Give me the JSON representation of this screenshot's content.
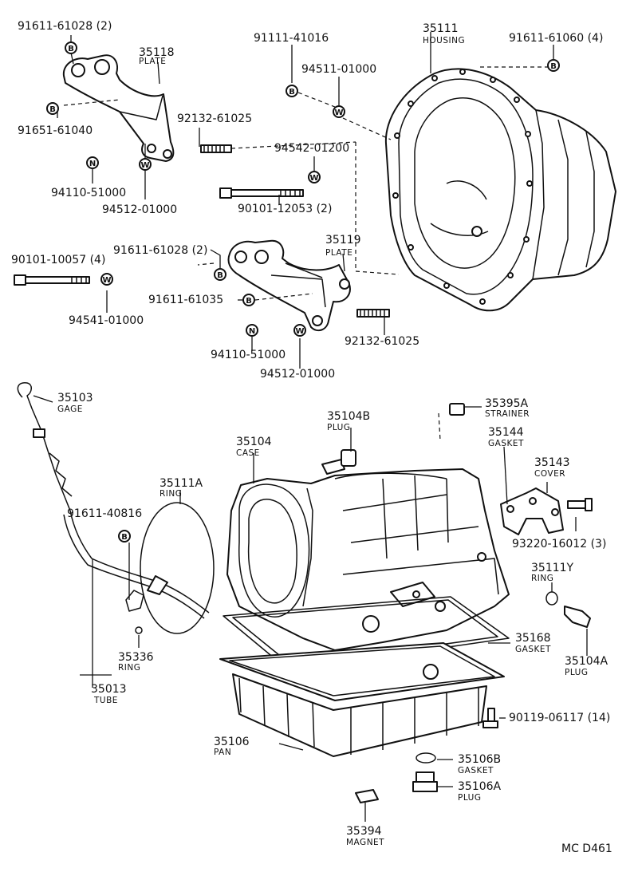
{
  "labels": {
    "l1": {
      "pn": "91611-61028 (2)"
    },
    "l2": {
      "pn": "35118",
      "name": "PLATE"
    },
    "l3": {
      "pn": "91651-61040"
    },
    "l4": {
      "pn": "94110-51000"
    },
    "l5": {
      "pn": "94512-01000"
    },
    "l6": {
      "pn": "91111-41016"
    },
    "l7": {
      "pn": "94511-01000"
    },
    "l8": {
      "pn": "35111",
      "name": "HOUSING"
    },
    "l9": {
      "pn": "91611-61060 (4)"
    },
    "l10": {
      "pn": "92132-61025"
    },
    "l11": {
      "pn": "94542-01200"
    },
    "l12": {
      "pn": "90101-12053 (2)"
    },
    "l13": {
      "pn": "90101-10057 (4)"
    },
    "l14": {
      "pn": "91611-61028 (2)"
    },
    "l15": {
      "pn": "35119",
      "name": "PLATE"
    },
    "l16": {
      "pn": "94541-01000"
    },
    "l17": {
      "pn": "91611-61035"
    },
    "l18": {
      "pn": "94110-51000"
    },
    "l19": {
      "pn": "92132-61025"
    },
    "l20": {
      "pn": "94512-01000"
    },
    "l21": {
      "pn": "35103",
      "name": "GAGE"
    },
    "l22": {
      "pn": "35104B",
      "name": "PLUG"
    },
    "l23": {
      "pn": "35395A",
      "name": "STRAINER"
    },
    "l24": {
      "pn": "35104",
      "name": "CASE"
    },
    "l25": {
      "pn": "35144",
      "name": "GASKET"
    },
    "l26": {
      "pn": "35143",
      "name": "COVER"
    },
    "l27": {
      "pn": "35111A",
      "name": "RING"
    },
    "l28": {
      "pn": "91611-40816"
    },
    "l29": {
      "pn": "93220-16012 (3)"
    },
    "l30": {
      "pn": "35111Y",
      "name": "RING"
    },
    "l31": {
      "pn": "35168",
      "name": "GASKET"
    },
    "l32": {
      "pn": "35336",
      "name": "RING"
    },
    "l33": {
      "pn": "35104A",
      "name": "PLUG"
    },
    "l34": {
      "pn": "35013",
      "name": "TUBE"
    },
    "l35": {
      "pn": "90119-06117 (14)"
    },
    "l36": {
      "pn": "35106",
      "name": "PAN"
    },
    "l37": {
      "pn": "35106B",
      "name": "GASKET"
    },
    "l38": {
      "pn": "35106A",
      "name": "PLUG"
    },
    "l39": {
      "pn": "35394",
      "name": "MAGNET"
    }
  },
  "markers": {
    "b": "B",
    "n": "N",
    "w": "W"
  },
  "diagram_ref": "MC  D461"
}
